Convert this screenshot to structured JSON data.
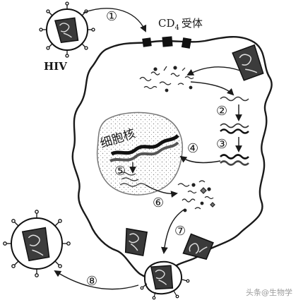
{
  "labels": {
    "virus": "HIV",
    "receptor": "CD",
    "receptor_sub": "4",
    "receptor_suffix": "受体",
    "nucleus": "细胞核"
  },
  "steps": [
    "①",
    "②",
    "③",
    "④",
    "⑤",
    "⑥",
    "⑦",
    "⑧"
  ],
  "watermark": "头条@生物学"
}
